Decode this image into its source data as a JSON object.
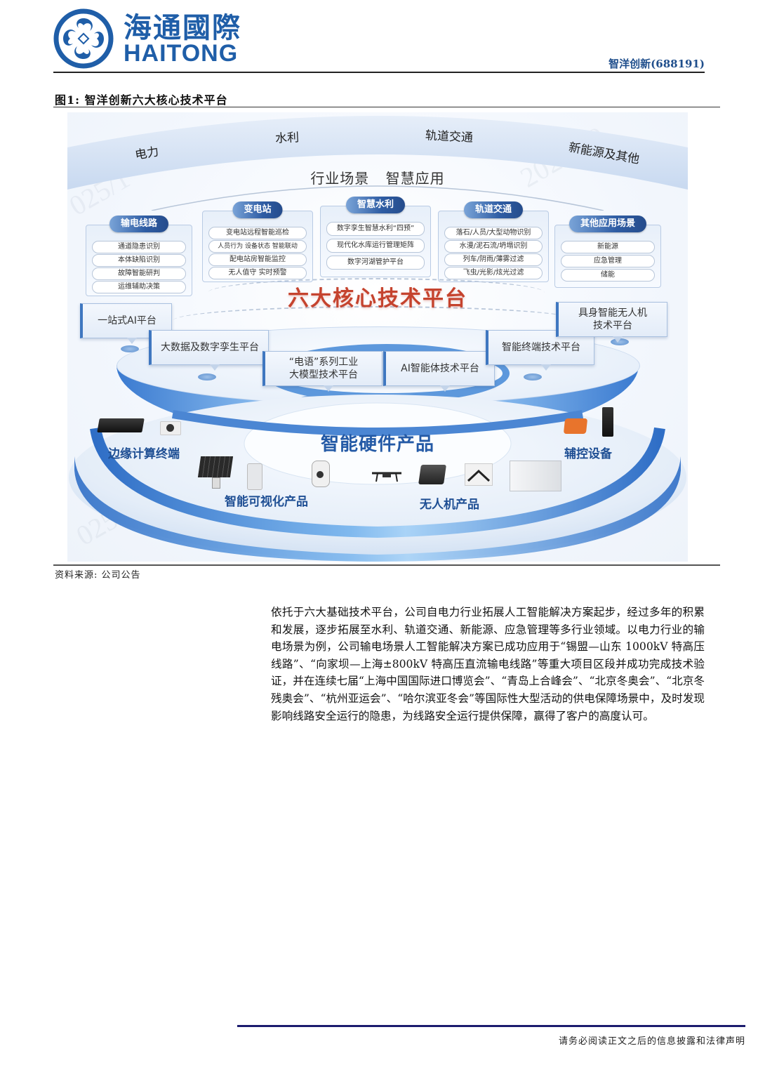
{
  "header": {
    "logo_cn": "海通國際",
    "logo_en": "HAITONG",
    "ticker": "智洋创新(688191)"
  },
  "figure": {
    "title": "图1:  智洋创新六大核心技术平台",
    "industries": [
      "电力",
      "水利",
      "轨道交通",
      "新能源及其他"
    ],
    "scene_title": [
      "行业场景",
      "智慧应用"
    ],
    "scenario_cards": [
      {
        "title": "输电线路",
        "items": [
          "通道隐患识别",
          "本体缺陷识别",
          "故障智能研判",
          "运维辅助决策"
        ]
      },
      {
        "title": "变电站",
        "items": [
          "变电站远程智能巡检",
          "人员行为 设备状态 智能联动",
          "配电站房智能监控",
          "无人值守 实时预警"
        ]
      },
      {
        "title": "智慧水利",
        "items": [
          "数字孪生智慧水利“四预”",
          "现代化水库运行管理矩阵",
          "数字河湖管护平台"
        ]
      },
      {
        "title": "轨道交通",
        "items": [
          "落石/人员/大型动物识别",
          "水漫/泥石流/坍塌识别",
          "列车/阴雨/薄雾过滤",
          "飞虫/光影/炫光过滤"
        ]
      },
      {
        "title": "其他应用场景",
        "items": [
          "新能源",
          "应急管理",
          "储能"
        ]
      }
    ],
    "core_title": "六大核心技术平台",
    "platforms": [
      "一站式AI平台",
      "大数据及数字孪生平台",
      "“电语”系列工业\n大模型技术平台",
      "AI智能体技术平台",
      "智能终端技术平台",
      "具身智能无人机\n技术平台"
    ],
    "hardware_title": "智能硬件产品",
    "hardware_groups": [
      "边缘计算终端",
      "智能可视化产品",
      "无人机产品",
      "辅控设备"
    ],
    "source": "资料来源:  公司公告"
  },
  "body": {
    "paragraph": "依托于六大基础技术平台，公司自电力行业拓展人工智能解决方案起步，经过多年的积累和发展，逐步拓展至水利、轨道交通、新能源、应急管理等多行业领域。以电力行业的输电场景为例，公司输电场景人工智能解决方案已成功应用于“锡盟—山东 1000kV 特高压线路”、“向家坝—上海±800kV 特高压直流输电线路”等重大项目区段并成功完成技术验证，并在连续七届“上海中国国际进口博览会”、“青岛上合峰会”、“北京冬奥会”、“北京冬残奥会”、“杭州亚运会”、“哈尔滨亚冬会”等国际性大型活动的供电保障场景中，及时发现影响线路安全运行的隐患，为线路安全运行提供保障，赢得了客户的高度认可。"
  },
  "footer": {
    "disclaimer": "请务必阅读正文之后的信息披露和法律声明"
  },
  "colors": {
    "brand_blue": "#1f5ea8",
    "core_red": "#c5432e",
    "footer_navy": "#1c1c6e"
  }
}
